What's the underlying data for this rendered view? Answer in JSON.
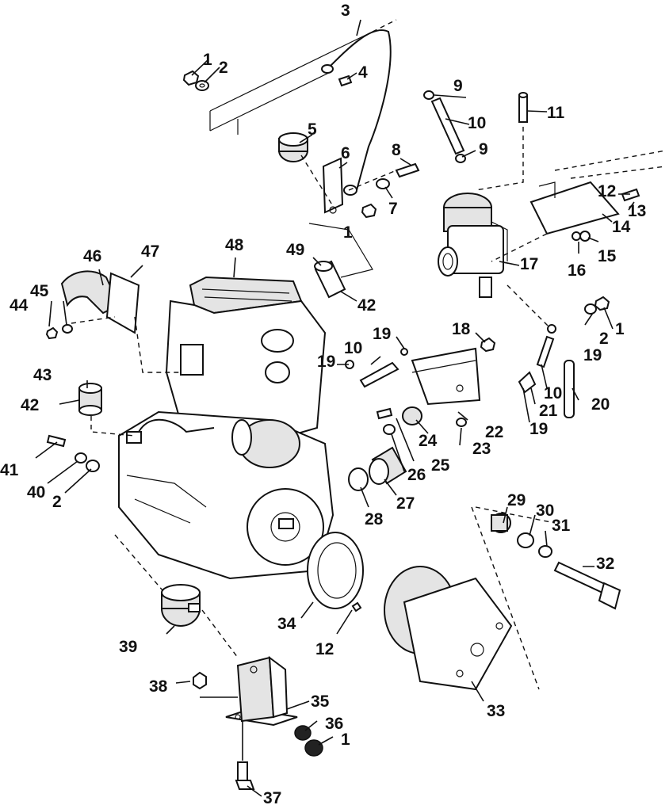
{
  "callouts": {
    "c1a": "1",
    "c2a": "2",
    "c3": "3",
    "c4": "4",
    "c5": "5",
    "c6": "6",
    "c7": "7",
    "c8": "8",
    "c1b": "1",
    "c9a": "9",
    "c10a": "10",
    "c9b": "9",
    "c11": "11",
    "c12a": "12",
    "c13": "13",
    "c14": "14",
    "c15": "15",
    "c16": "16",
    "c17": "17",
    "c46": "46",
    "c47": "47",
    "c48": "48",
    "c49": "49",
    "c42a": "42",
    "c45": "45",
    "c44": "44",
    "c2b": "2",
    "c1c": "1",
    "c19a": "19",
    "c18": "18",
    "c19b": "19",
    "c10b": "10",
    "c19c": "19",
    "c43": "43",
    "c42b": "42",
    "c10c": "10",
    "c20": "20",
    "c21": "21",
    "c19d": "19",
    "c22": "22",
    "c24": "24",
    "c23": "23",
    "c25": "25",
    "c26": "26",
    "c41": "41",
    "c40": "40",
    "c2c": "2",
    "c27": "27",
    "c28": "28",
    "c29": "29",
    "c30": "30",
    "c31": "31",
    "c32": "32",
    "c34": "34",
    "c12b": "12",
    "c39": "39",
    "c38": "38",
    "c35": "35",
    "c36": "36",
    "c1d": "1",
    "c33": "33",
    "c37": "37"
  },
  "colors": {
    "line": "#111111",
    "background": "#ffffff",
    "shade": "#e4e4e4"
  }
}
